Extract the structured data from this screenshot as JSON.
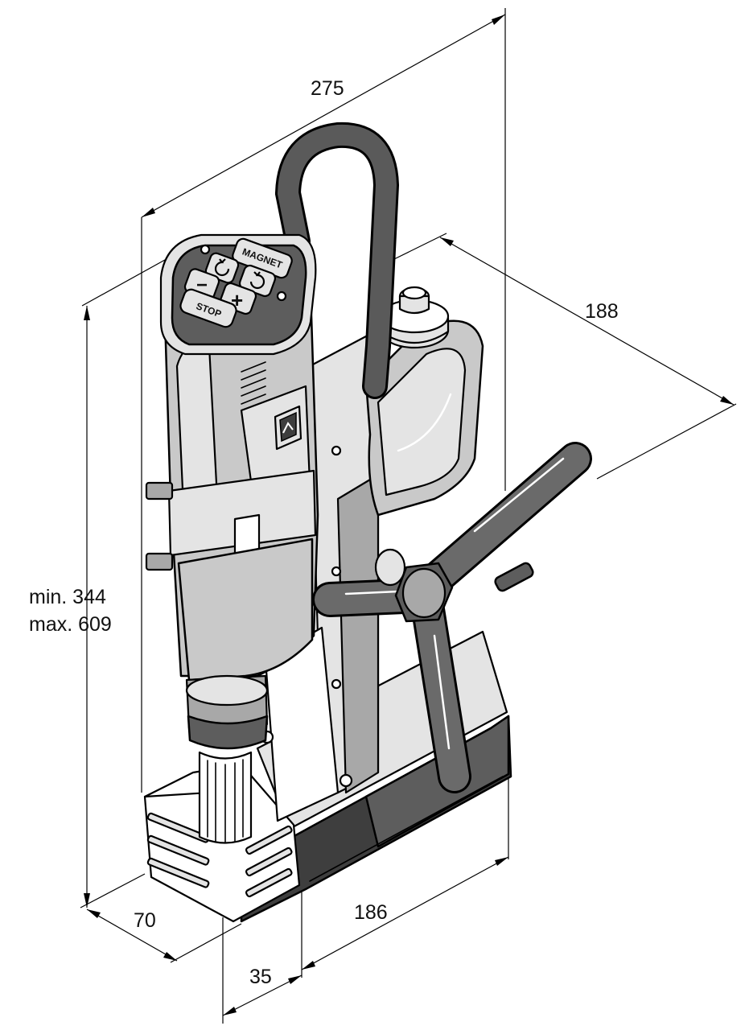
{
  "dimensions": {
    "width_275": "275",
    "depth_188": "188",
    "height_min": "min. 344",
    "height_max": "max. 609",
    "base_width_70": "70",
    "offset_35": "35",
    "base_length_186": "186"
  },
  "control_panel": {
    "magnet_button": "MAGNET",
    "stop_button": "STOP",
    "minus_button": "−",
    "plus_button": "+"
  },
  "icons": {
    "counterclockwise": "rotate-left-icon",
    "clockwise": "rotate-right-icon",
    "brand_logo": "brand-logo-icon"
  }
}
